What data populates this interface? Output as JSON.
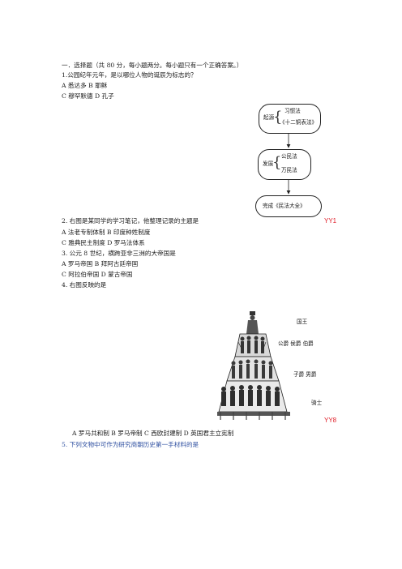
{
  "section": {
    "heading": "一．选择题（共 80 分，每小题两分。每小题只有一个正确答案。）"
  },
  "q1": {
    "stem": "1.公园纪年元年，是以哪位人物的诞辰为标志的？",
    "options_row1": "A  悉达多      B  耶稣",
    "options_row2": "C  穆罕默德      D  孔子"
  },
  "flowchart": {
    "origin_label": "起源",
    "origin_items": [
      "习惯法",
      "《十二铜表法》"
    ],
    "develop_label": "发展",
    "develop_items": [
      "公民法",
      "万民法"
    ],
    "final_label": "完成《民法大全》"
  },
  "q2": {
    "stem": "2. 右图是某同学的学习笔记，他整理记录的主题是",
    "mark": "YY1",
    "options_row1": "A  法老专制体制  B  印度种姓制度",
    "options_row2": "C  雅典民主制度  D  罗马法体系"
  },
  "q3": {
    "stem": "3. 公元 8 世纪，横跨亚非三洲的大帝国是",
    "options_row1": "A  罗马帝国        B  拜阿古廷帝国",
    "options_row2": "C  阿拉伯帝国      D  蒙古帝国"
  },
  "q4": {
    "stem": "4. 右图反映的是",
    "mark": "YY8",
    "labels": [
      "国王",
      "公爵 侯爵 伯爵",
      "子爵  男爵",
      "骑士"
    ],
    "options": "A  罗马共和制   B  罗马帝制   C  西欧封建制   D 英国君主立宪制"
  },
  "q5": {
    "stem": "5. 下列文物中可作为研究商朝历史第一手材料的是"
  }
}
